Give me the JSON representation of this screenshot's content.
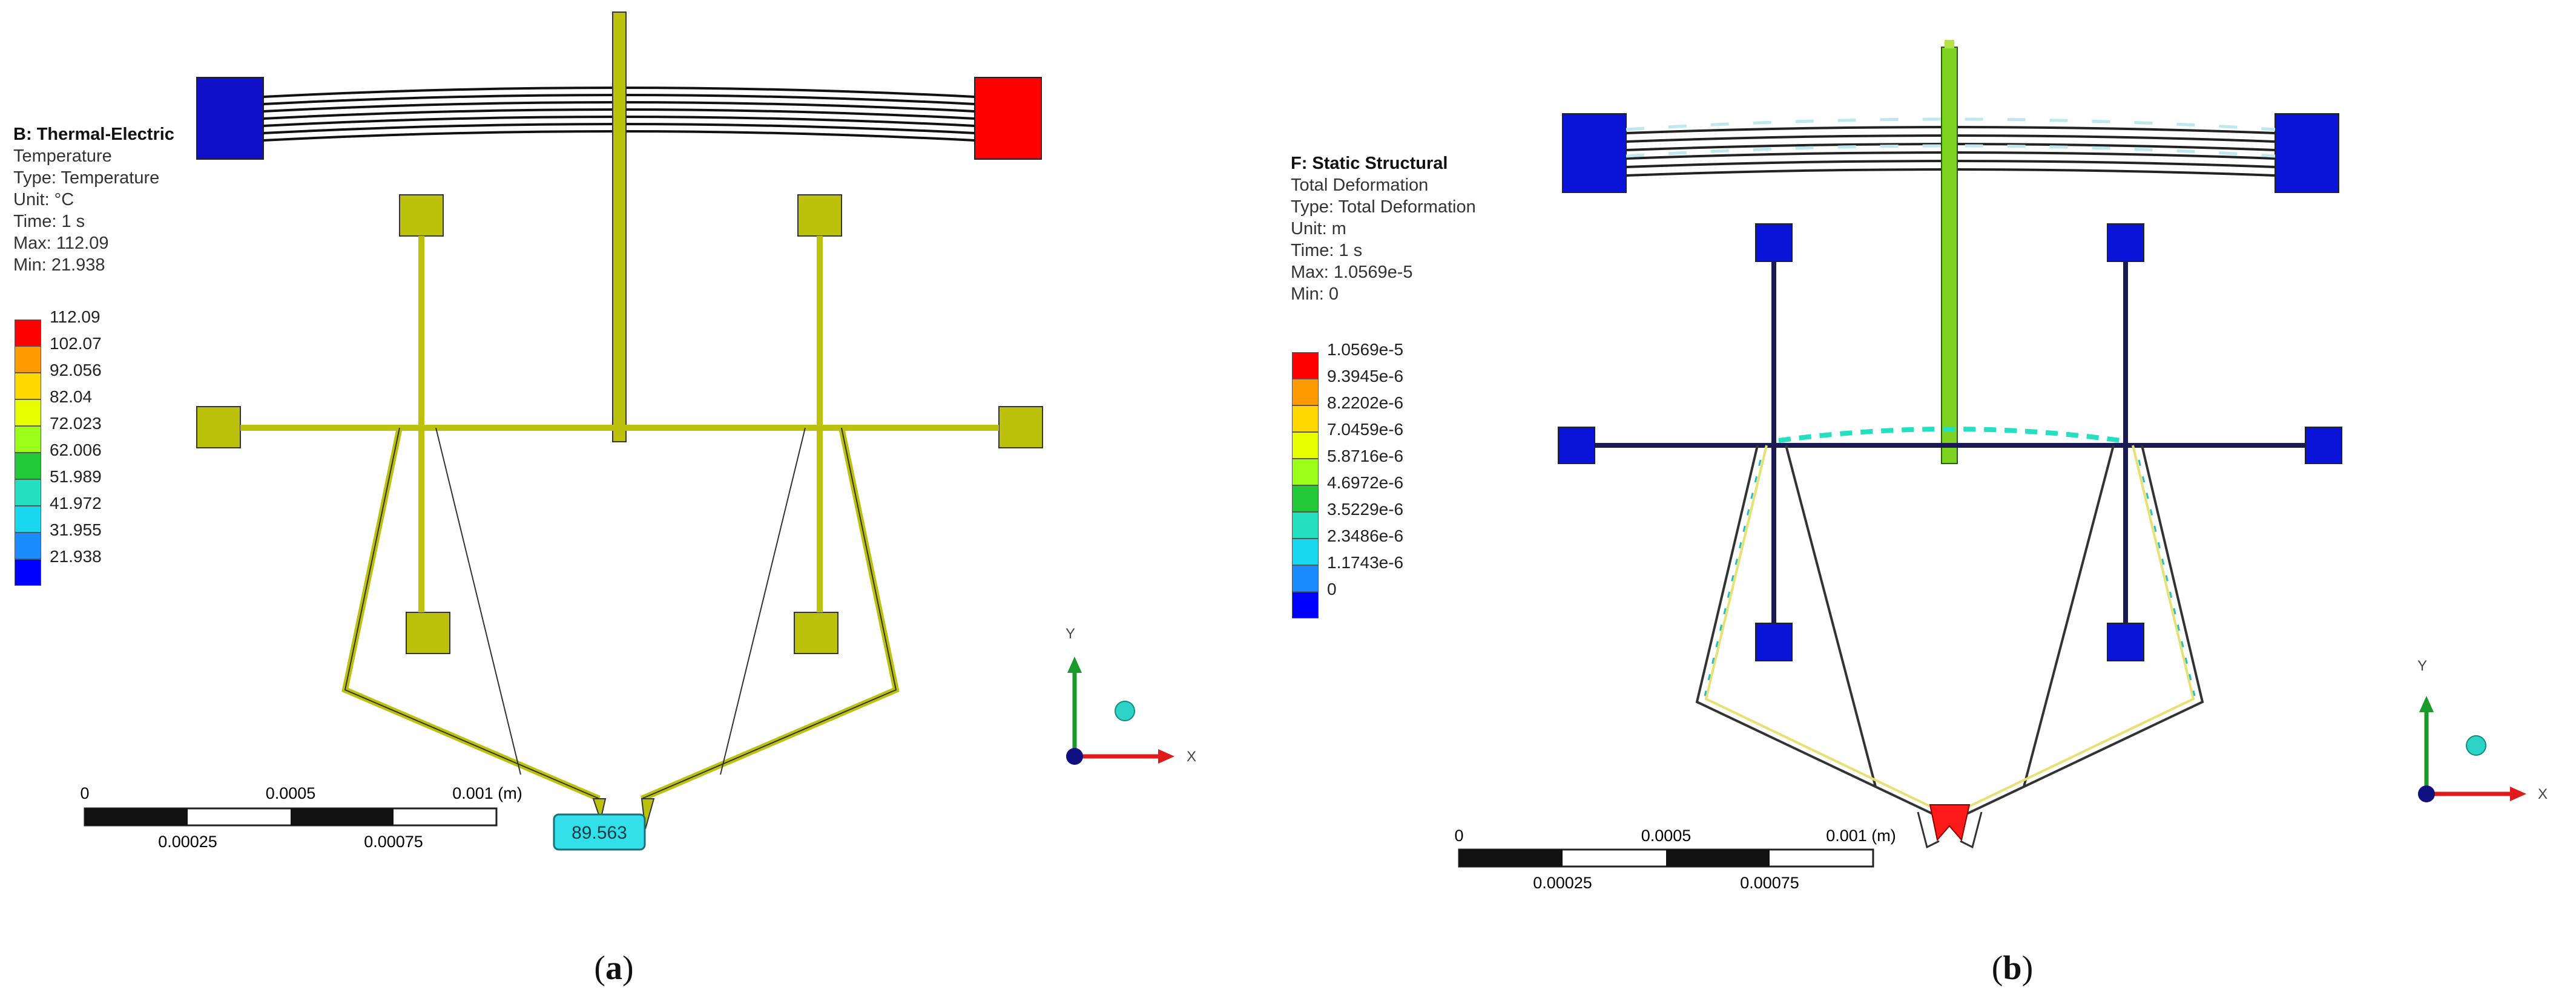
{
  "panels": [
    {
      "id": "a",
      "caption_letter": "a",
      "analysis": "B: Thermal-Electric",
      "info_lines": [
        "Temperature",
        "Type: Temperature",
        "Unit: °C",
        "Time: 1 s",
        "Max: 112.09",
        "Min: 21.938"
      ],
      "legend": [
        "112.09",
        "102.07",
        "92.056",
        "82.04",
        "72.023",
        "62.006",
        "51.989",
        "41.972",
        "31.955",
        "21.938"
      ],
      "legend_colors": [
        "#ff0000",
        "#ff9a00",
        "#ffd800",
        "#e8ff00",
        "#9cff1a",
        "#22c83a",
        "#24e0c0",
        "#1ad7f0",
        "#1a8cff",
        "#0000ff"
      ],
      "probe_label": "89.563",
      "scale": {
        "top": [
          "0",
          "0.0005",
          "0.001 (m)"
        ],
        "bottom": [
          "0.00025",
          "0.00075"
        ]
      },
      "axes": {
        "x": "X",
        "y": "Y"
      },
      "colors": {
        "beam": "#bcc10c",
        "anchor": "#bcc10c",
        "spine": "#bcc10c",
        "pad_left": "#1010c8",
        "pad_right": "#ff0000",
        "probe": "#33e0ea"
      }
    },
    {
      "id": "b",
      "caption_letter": "b",
      "analysis": "F: Static Structural",
      "info_lines": [
        "Total Deformation",
        "Type: Total Deformation",
        "Unit: m",
        "Time: 1 s",
        "Max: 1.0569e-5",
        "Min: 0"
      ],
      "legend": [
        "1.0569e-5",
        "9.3945e-6",
        "8.2202e-6",
        "7.0459e-6",
        "5.8716e-6",
        "4.6972e-6",
        "3.5229e-6",
        "2.3486e-6",
        "1.1743e-6",
        "0"
      ],
      "legend_colors": [
        "#ff0000",
        "#ff9a00",
        "#ffd800",
        "#e8ff00",
        "#9cff1a",
        "#22c83a",
        "#24e0c0",
        "#1ad7f0",
        "#1a8cff",
        "#0000ff"
      ],
      "scale": {
        "top": [
          "0",
          "0.0005",
          "0.001 (m)"
        ],
        "bottom": [
          "0.00025",
          "0.00075"
        ]
      },
      "axes": {
        "x": "X",
        "y": "Y"
      },
      "colors": {
        "beam": "#1a1a55",
        "anchor": "#0a14d8",
        "spine": "#7ed321",
        "pad_left": "#0a14d8",
        "pad_right": "#0a14d8",
        "tip": "#ff1a1a"
      }
    }
  ]
}
